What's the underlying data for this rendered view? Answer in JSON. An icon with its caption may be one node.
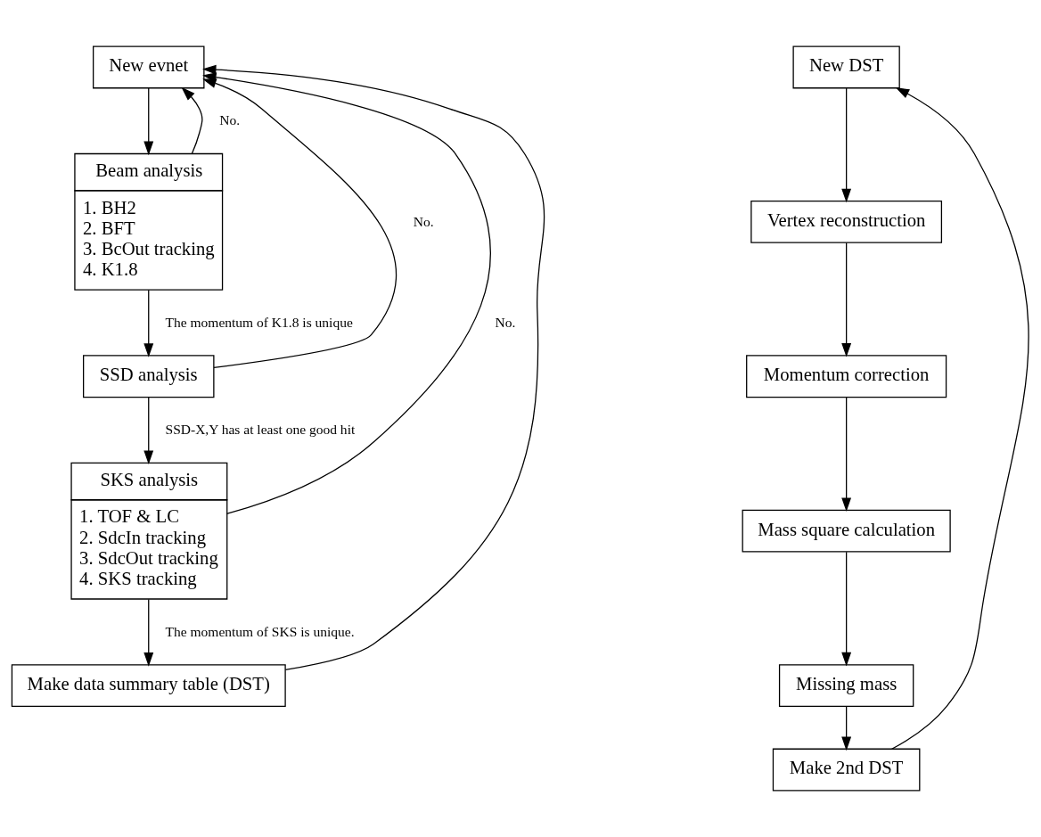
{
  "diagram": {
    "nodes": [
      {
        "text": [
          "New evnet"
        ]
      },
      {
        "text": [
          "Beam analysis",
          "1. BH2",
          "2. BFT",
          "3. BcOut tracking",
          "4. K1.8"
        ]
      },
      {
        "text": [
          "SSD analysis"
        ]
      },
      {
        "text": [
          "SKS analysis",
          "1. TOF & LC",
          "2. SdcIn tracking",
          "3. SdcOut tracking",
          "4. SKS tracking"
        ]
      },
      {
        "text": [
          "Make data summary table (DST)"
        ]
      },
      {
        "text": [
          "New DST"
        ]
      },
      {
        "text": [
          "Vertex reconstruction"
        ]
      },
      {
        "text": [
          "Momentum correction"
        ]
      },
      {
        "text": [
          "Mass square calculation"
        ]
      },
      {
        "text": [
          "Missing mass"
        ]
      },
      {
        "text": [
          "Make 2nd DST"
        ]
      }
    ],
    "edges": [
      {
        "from": 0,
        "to": 1,
        "arrow": "to"
      },
      {
        "from": 1,
        "to": 2,
        "arrow": "to",
        "label": "The momentum of K1.8 is unique"
      },
      {
        "from": 2,
        "to": 3,
        "arrow": "to",
        "label": "SSD-X,Y has at least one good hit"
      },
      {
        "from": 3,
        "to": 4,
        "arrow": "to",
        "label": "The momentum of SKS is unique."
      },
      {
        "from": 1,
        "to": 0,
        "arrow": "to",
        "label": "No."
      },
      {
        "from": 2,
        "to": 0,
        "arrow": "to",
        "label": "No."
      },
      {
        "from": 3,
        "to": 0,
        "arrow": "to",
        "label": "No."
      },
      {
        "from": 4,
        "to": 0,
        "arrow": "to"
      },
      {
        "from": 5,
        "to": 6,
        "arrow": "to"
      },
      {
        "from": 6,
        "to": 7,
        "arrow": "to"
      },
      {
        "from": 7,
        "to": 8,
        "arrow": "to"
      },
      {
        "from": 8,
        "to": 9,
        "arrow": "to"
      },
      {
        "from": 9,
        "to": 10,
        "arrow": "to"
      },
      {
        "from": 10,
        "to": 5,
        "arrow": "to"
      }
    ]
  }
}
